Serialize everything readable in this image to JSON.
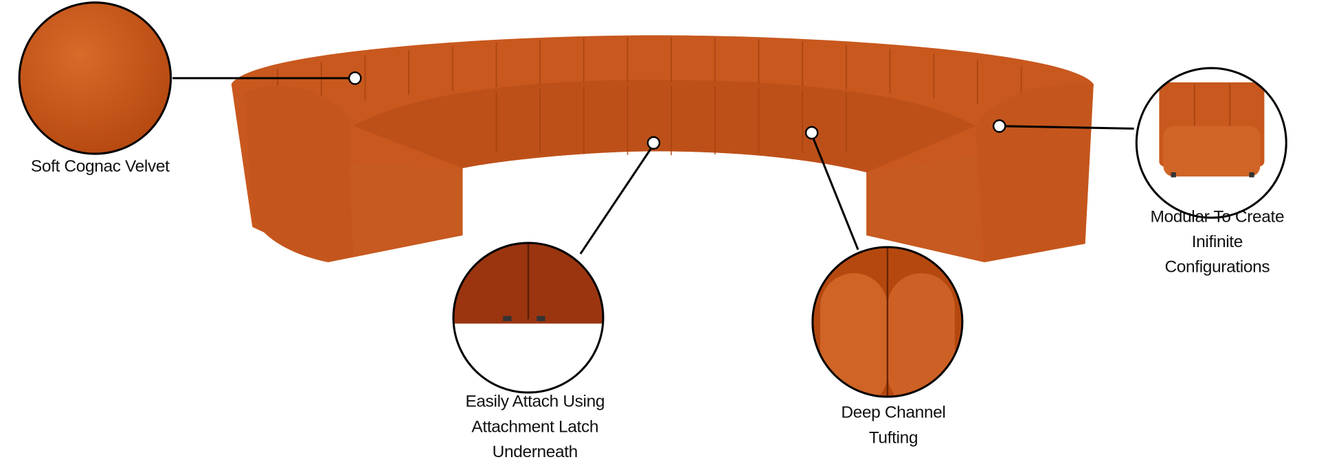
{
  "callouts": {
    "velvet": {
      "lines": [
        "Soft Cognac Velvet"
      ]
    },
    "latch": {
      "lines": [
        "Easily Attach Using",
        "Attachment Latch",
        "Underneath"
      ]
    },
    "tufting": {
      "lines": [
        "Deep Channel",
        "Tufting"
      ]
    },
    "modular": {
      "lines": [
        "Modular To Create",
        "Inifinite",
        "Configurations"
      ]
    }
  },
  "colors": {
    "velvet": "#c8581e",
    "velvet_dark": "#9a3510",
    "line": "#000000"
  }
}
